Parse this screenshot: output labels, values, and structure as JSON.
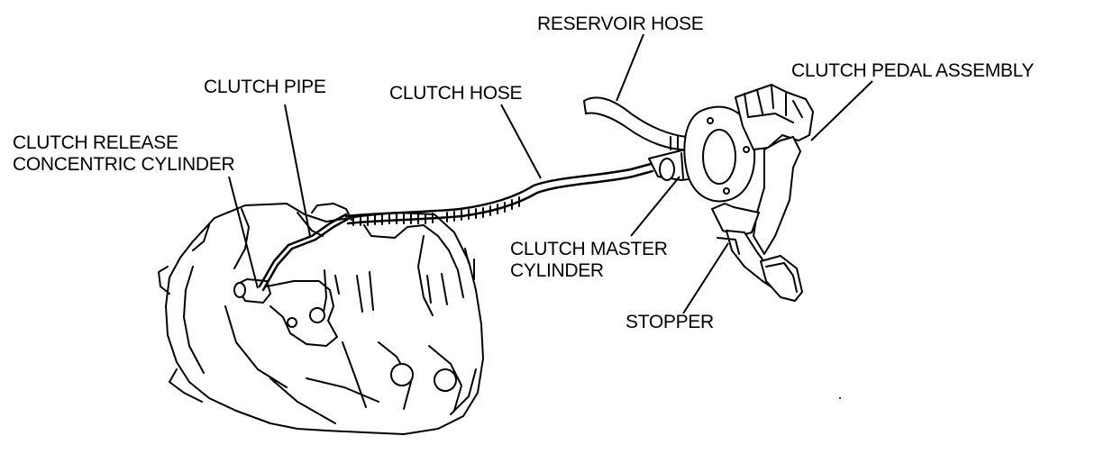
{
  "labels": {
    "reservoir_hose": "RESERVOIR HOSE",
    "clutch_pedal_assembly": "CLUTCH PEDAL ASSEMBLY",
    "clutch_pipe": "CLUTCH PIPE",
    "clutch_hose": "CLUTCH HOSE",
    "clutch_release_line1": "CLUTCH RELEASE",
    "clutch_release_line2": "CONCENTRIC CYLINDER",
    "clutch_master_line1": "CLUTCH MASTER",
    "clutch_master_line2": "CYLINDER",
    "stopper": "STOPPER"
  }
}
